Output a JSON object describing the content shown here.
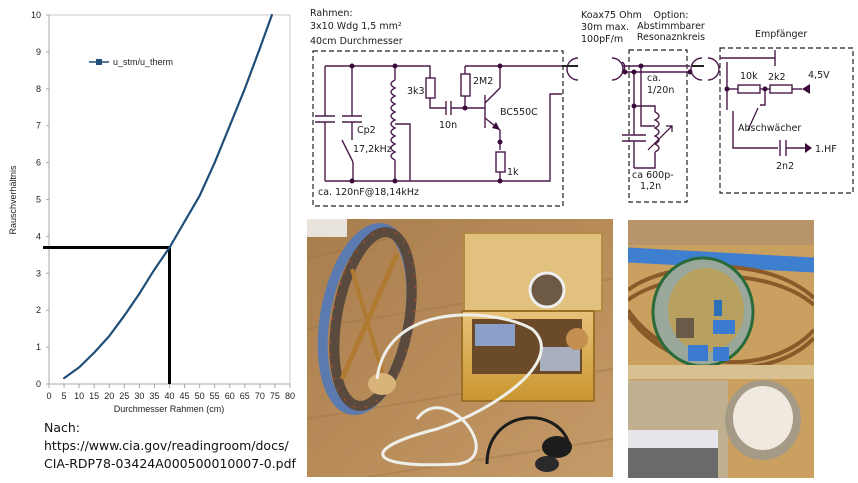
{
  "chart_data": {
    "type": "line",
    "title": "",
    "xlabel": "Durchmesser Rahmen (cm)",
    "ylabel": "Rauschverhältnis",
    "xlim": [
      0,
      80
    ],
    "ylim": [
      0,
      10
    ],
    "x_ticks": [
      "0",
      "5",
      "10",
      "15",
      "20",
      "25",
      "30",
      "35",
      "40",
      "45",
      "50",
      "55",
      "60",
      "65",
      "70",
      "75",
      "80"
    ],
    "y_ticks": [
      "0",
      "1",
      "2",
      "3",
      "4",
      "5",
      "6",
      "7",
      "8",
      "9",
      "10"
    ],
    "grid": false,
    "legend_position": "top-left",
    "series": [
      {
        "name": "u_stm/u_therm",
        "color": "#1f4e79",
        "x": [
          5,
          10,
          15,
          20,
          25,
          30,
          35,
          40,
          45,
          50,
          55,
          60,
          65,
          70,
          74
        ],
        "y": [
          0.16,
          0.45,
          0.85,
          1.3,
          1.85,
          2.45,
          3.1,
          3.7,
          4.4,
          5.1,
          6.0,
          7.0,
          8.0,
          9.1,
          10.0
        ]
      }
    ],
    "annotations": [
      {
        "type": "marker-lines",
        "x": 40,
        "y": 3.7,
        "color": "#000000",
        "description": "Ablesung bei 40 cm Durchmesser"
      }
    ]
  },
  "source": {
    "line1": "Nach:",
    "line2": "https://www.cia.gov/readingroom/docs/",
    "line3": "CIA-RDP78-03424A000500010007-0.pdf"
  },
  "schematic": {
    "rahmen_title": "Rahmen:",
    "rahmen_windings": "3x10 Wdg 1,5 mm²",
    "rahmen_diameter": "40cm Durchmesser",
    "label_3k3": "3k3",
    "label_2m2": "2M2",
    "label_10n": "10n",
    "label_bc550c": "BC550C",
    "label_cp2": "Cp2",
    "label_17khz": "17,2kHz",
    "label_1k": "1k",
    "label_120nf": "ca. 120nF@18,14kHz",
    "koax_line1": "Koax75 Ohm",
    "koax_line2": "30m max.",
    "koax_line3": "100pF/m",
    "option_line1": "Option:",
    "option_line2": "Abstimmbarer",
    "option_line3": "Resonaznkreis",
    "ca_label": "ca.",
    "cap_1_20n": "1/20n",
    "cap_600p_line1": "ca 600p-",
    "cap_600p_line2": "1,2n",
    "empfaenger": "Empfänger",
    "label_10k": "10k",
    "label_2k2": "2k2",
    "label_45v": "4,5V",
    "label_abschwaecher": "Abschwächer",
    "label_2n2": "2n2",
    "label_1hf": "1.HF"
  },
  "photos": {
    "main_photo": "loop-antenna-with-wooden-box-receiver-and-headphones",
    "detail_photo": "close-up-of-amplifier-inside-loop-frame"
  }
}
